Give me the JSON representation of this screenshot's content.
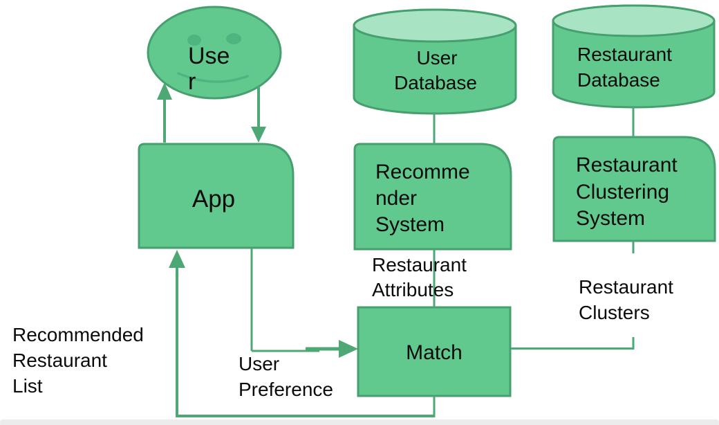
{
  "colors": {
    "shape_fill": "#61c88e",
    "shape_stroke": "#46a06e",
    "cylinder_top_fill": "#a8e3c3",
    "connector": "#4da876",
    "smiley_feature": "#4db580",
    "text": "#0b0b0b",
    "footer_bar": "#ececec"
  },
  "nodes": {
    "user": {
      "lines": [
        "Use",
        "r"
      ]
    },
    "app": {
      "lines": [
        "App"
      ]
    },
    "user_database": {
      "lines": [
        "User",
        "Database"
      ]
    },
    "restaurant_database": {
      "lines": [
        "Restaurant",
        "Database"
      ]
    },
    "recommender_system": {
      "lines": [
        "Recomme",
        "nder",
        "System"
      ]
    },
    "restaurant_clustering_system": {
      "lines": [
        "Restaurant",
        "Clustering",
        "System"
      ]
    },
    "match": {
      "lines": [
        "Match"
      ]
    }
  },
  "edge_labels": {
    "recommended_restaurant_list": {
      "lines": [
        "Recommended",
        "Restaurant",
        "List"
      ]
    },
    "user_preference": {
      "lines": [
        "User",
        "Preference"
      ]
    },
    "restaurant_attributes": {
      "lines": [
        "Restaurant",
        "Attributes"
      ]
    },
    "restaurant_clusters": {
      "lines": [
        "Restaurant",
        "Clusters"
      ]
    }
  }
}
